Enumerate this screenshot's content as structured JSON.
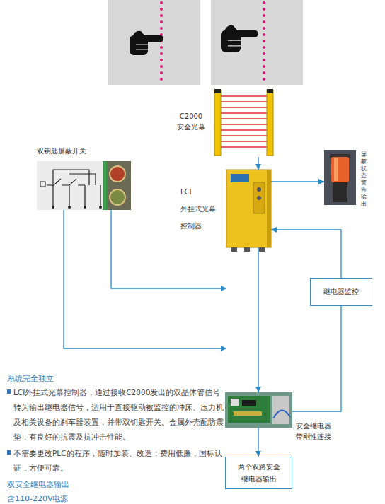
{
  "diagram": {
    "nodes": [
      {
        "text": [
          "C2000 安全光幕"
        ]
      },
      {
        "text": [
          "双钥匙屏蔽开关"
        ]
      },
      {
        "text": [
          "LCI 外挂式光幕 控制器"
        ]
      },
      {
        "text": [
          "屏蔽状态警告输出"
        ]
      },
      {
        "text": [
          "继电器监控"
        ]
      },
      {
        "text": [
          "安全继电器 带刚性连接"
        ]
      },
      {
        "text": [
          "两个双路安全 继电器输出"
        ]
      }
    ],
    "edges": [
      {
        "from": 0,
        "to": 2,
        "arrow": "to"
      },
      {
        "from": 2,
        "to": 3,
        "arrow": "to"
      },
      {
        "from": 1,
        "to": 2,
        "arrow": "to"
      },
      {
        "from": 1,
        "to": 2,
        "arrow": "to"
      },
      {
        "from": 2,
        "to": 5,
        "arrow": "to"
      },
      {
        "from": 5,
        "to": 4,
        "arrow": "none"
      },
      {
        "from": 4,
        "to": 2,
        "arrow": "to"
      },
      {
        "from": 5,
        "to": 6,
        "arrow": "to"
      }
    ],
    "labels": [
      "系统完全独立",
      "LCI外挂式光幕控制器，通过接收C2000发出的双晶体管信号转为输出继电器信号，适用于直接驱动被监控的冲床、压力机及相关设备的刹车器装置，并带双钥匙开关。金属外壳配防震垫，有良好的抗震及抗冲击性能。",
      "不需要更改PLC的程序，随时加装、改造；费用低廉，国标认证，方便可靠。",
      "双安全继电器输出",
      "含110-220V电源"
    ]
  }
}
